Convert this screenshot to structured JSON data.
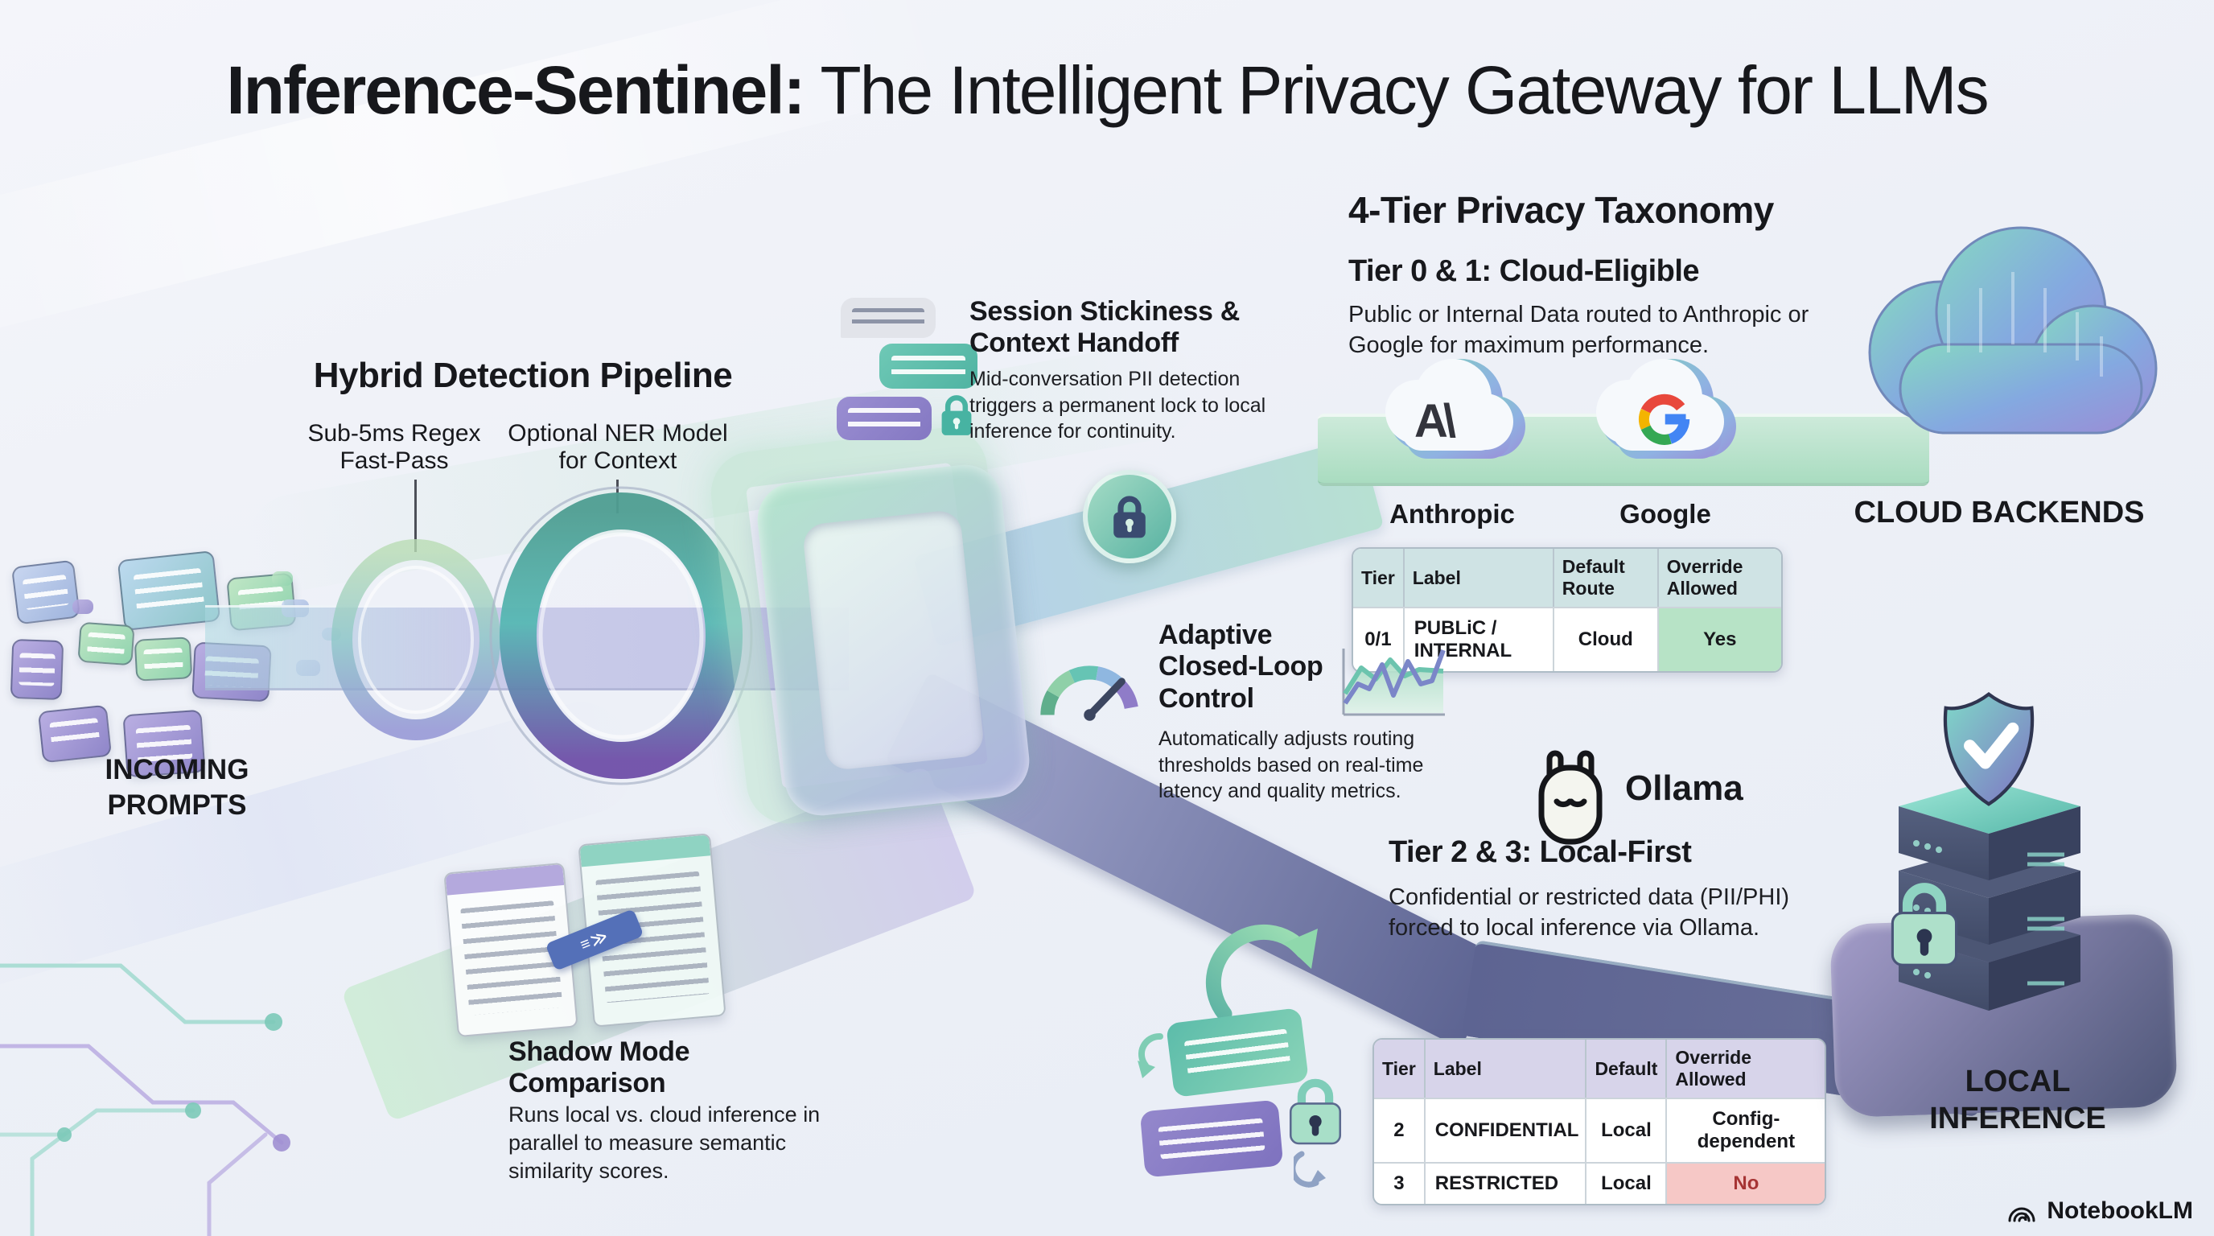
{
  "title": {
    "brand": "Inference-Sentinel:",
    "tagline": " The Intelligent Privacy Gateway for LLMs"
  },
  "incoming_label": "INCOMING PROMPTS",
  "detection": {
    "heading": "Hybrid Detection Pipeline",
    "stage1": "Sub-5ms Regex Fast-Pass",
    "stage2": "Optional NER Model for Context"
  },
  "session": {
    "heading": "Session Stickiness & Context Handoff",
    "body": "Mid-conversation PII detection triggers a permanent lock to local inference for continuity."
  },
  "taxonomy": {
    "heading": "4-Tier Privacy Taxonomy",
    "cloud": {
      "heading": "Tier 0 & 1: Cloud-Eligible",
      "body": "Public or Internal Data routed to Anthropic or Google for maximum performance.",
      "table": {
        "headers": [
          "Tier",
          "Label",
          "Default Route",
          "Override Allowed"
        ],
        "rows": [
          [
            "0/1",
            "PUBLiC / INTERNAL",
            "Cloud",
            "Yes"
          ]
        ]
      }
    },
    "local": {
      "heading": "Tier 2 & 3: Local-First",
      "body": "Confidential or restricted data (PII/PHI) forced to local inference via Ollama.",
      "table": {
        "headers": [
          "Tier",
          "Label",
          "Default",
          "Override Allowed"
        ],
        "rows": [
          [
            "2",
            "CONFIDENTIAL",
            "Local",
            "Config-dependent"
          ],
          [
            "3",
            "RESTRICTED",
            "Local",
            "No"
          ]
        ]
      }
    }
  },
  "adaptive": {
    "heading": "Adaptive Closed-Loop Control",
    "body": "Automatically adjusts routing thresholds based on real-time latency and quality metrics."
  },
  "shadow": {
    "heading": "Shadow Mode Comparison",
    "body": "Runs local vs. cloud inference in parallel to measure semantic similarity scores."
  },
  "providers": {
    "anthropic": "Anthropic",
    "anthropic_logo": "A\\",
    "google": "Google",
    "ollama": "Ollama"
  },
  "cloud_backends_label": "CLOUD BACKENDS",
  "local_inference_label": "LOCAL INFERENCE",
  "watermark": "NotebookLM",
  "colors": {
    "accent_teal": "#6cc4ae",
    "accent_purple": "#8f86c9",
    "band_mint": "#b5dfc8",
    "ribbon_lavender": "#c6c8e8",
    "ribbon_slate": "#5d6492",
    "table_header_teal": "#cfe3e4",
    "table_header_lavender": "#d7d4ea",
    "table_yes_bg": "#b7e3c6",
    "table_no_bg": "#f6c8c6",
    "table_no_text": "#a63434"
  }
}
